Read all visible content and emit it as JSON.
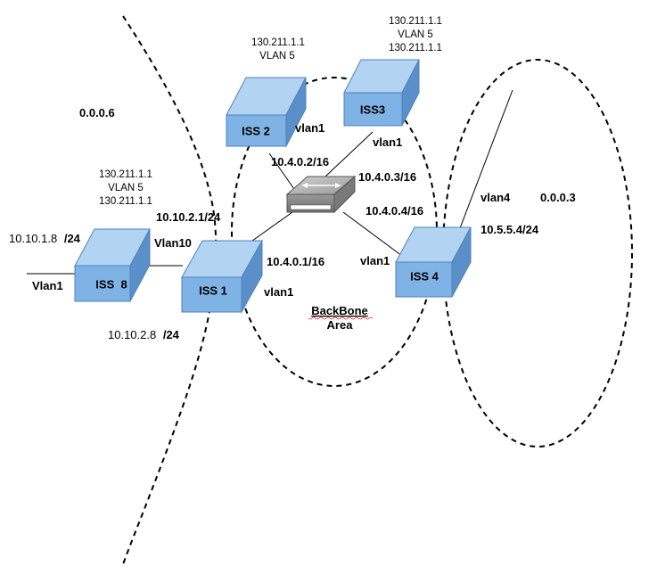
{
  "areas": {
    "left_area_id": "0.0.0.6",
    "right_area_id": "0.0.0.3",
    "backbone_line1": "BackBone",
    "backbone_line2": "Area"
  },
  "switches": {
    "iss1": "ISS 1",
    "iss2": "ISS 2",
    "iss3": "ISS3",
    "iss4": "ISS 4",
    "iss8": "ISS  8"
  },
  "iss2_info": {
    "line1": "130.211.1.1",
    "line2": "VLAN 5"
  },
  "iss3_info": {
    "line1": "130.211.1.1",
    "line2": "VLAN 5",
    "line3": "130.211.1.1"
  },
  "iss1_info": {
    "line1": "130.211.1.1",
    "line2": "VLAN 5",
    "line3": "130.211.1.1"
  },
  "links": {
    "iss2_ip": "10.4.0.2/16",
    "iss3_ip": "10.4.0.3/16",
    "iss4_ip": "10.4.0.4/16",
    "iss1_ip": "10.4.0.1/16",
    "iss1_vlan10_ip": "10.10.2.1/24",
    "iss4_vlan4_ip": "10.5.5.4/24",
    "iss8_ip_a": "10.10.1.8",
    "iss8_ip_a_mask": "/24",
    "iss8_ip_b": "10.10.2.8",
    "iss8_ip_b_mask": "/24"
  },
  "vlans": {
    "iss2_vlan": "vlan1",
    "iss3_vlan": "vlan1",
    "iss4_vlan": "vlan1",
    "iss1_vlan": "vlan1",
    "iss1_vlan10": "Vlan10",
    "iss4_vlan4": "vlan4",
    "iss8_vlan": "Vlan1"
  },
  "colors": {
    "switch_front": "#7fb2e5",
    "switch_top": "#b3d3f2",
    "switch_side": "#5b8fc9",
    "switch_stroke": "#4f81bd",
    "hub_body": "#8c8c8c"
  }
}
